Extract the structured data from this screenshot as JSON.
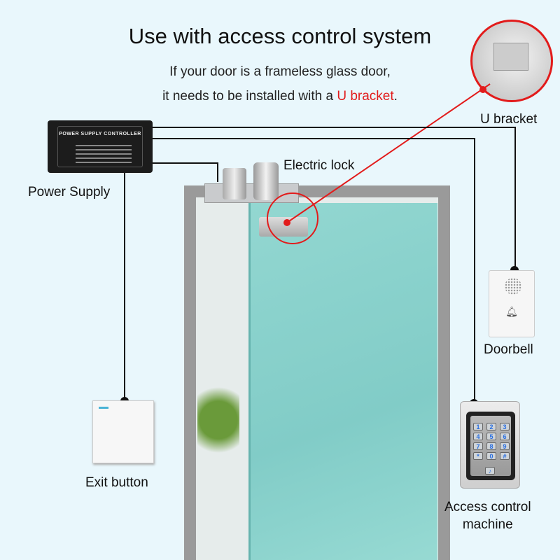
{
  "title": "Use with access control system",
  "subtitle_line1": "If your door is a frameless glass door,",
  "subtitle_line2_prefix": "it needs to be installed with a ",
  "subtitle_highlight": "U bracket",
  "subtitle_suffix": ".",
  "labels": {
    "u_bracket": "U bracket",
    "electric_lock": "Electric lock",
    "power_supply": "Power Supply",
    "doorbell": "Doorbell",
    "exit_button": "Exit button",
    "access_line1": "Access control",
    "access_line2": "machine"
  },
  "power_supply_panel": "POWER SUPPLY CONTROLLER",
  "keypad_keys": [
    "1",
    "2",
    "3",
    "4",
    "5",
    "6",
    "7",
    "8",
    "9",
    "*",
    "0",
    "#"
  ],
  "colors": {
    "highlight": "#e21b1b",
    "background": "#e9f7fc",
    "glass": "#86d1cb"
  }
}
